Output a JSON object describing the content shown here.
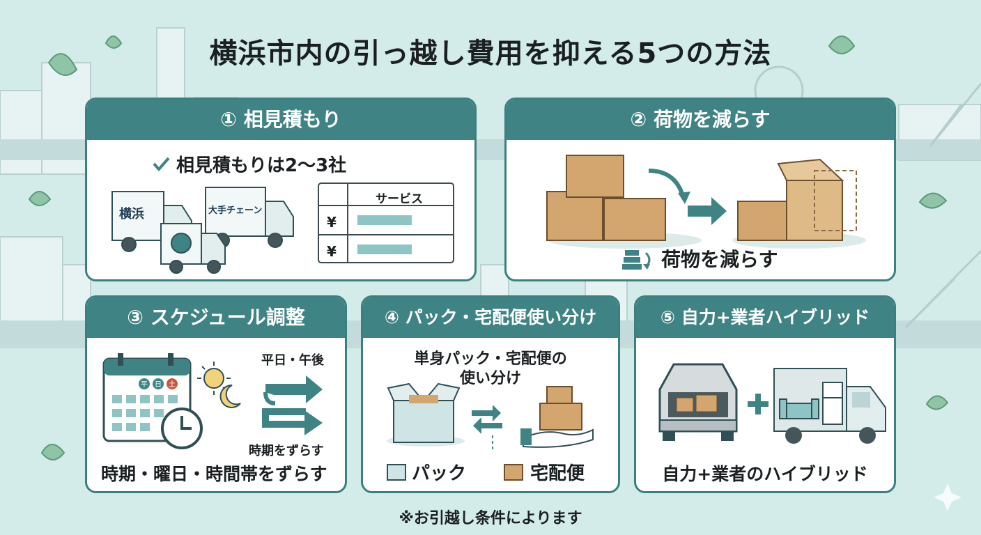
{
  "title": "横浜市内の引っ越し費用を抑える5つの方法",
  "colors": {
    "teal": "#3f8384",
    "background": "#d3ecea",
    "box": "#d2a66e"
  },
  "cards": [
    {
      "heading": "① 相見積もり",
      "check_text": "相見積もりは2〜3社",
      "truck_labels": [
        "横浜",
        "大手チェーン"
      ],
      "table_header": "サービス",
      "table_symbols": [
        "¥",
        "¥"
      ]
    },
    {
      "heading": "② 荷物を減らす",
      "caption": "荷物を減らす"
    },
    {
      "heading": "③ スケジュール調整",
      "day_chips": [
        "平",
        "日",
        "土"
      ],
      "arrow_top": "平日・午後",
      "arrow_bottom": "時期をずらす",
      "caption": "時期・曜日・時間帯をずらす"
    },
    {
      "heading": "④ パック・宅配便使い分け",
      "subtitle_line1": "単身パック・宅配便の",
      "subtitle_line2": "使い分け",
      "legend_pack": "パック",
      "legend_delivery": "宅配便"
    },
    {
      "heading": "⑤ 自力+業者ハイブリッド",
      "caption": "自力+業者のハイブリッド"
    }
  ],
  "footnote": "※お引越し条件によります",
  "icons": [
    "check-icon",
    "truck-icon",
    "box-icon",
    "arrow-icon",
    "calendar-icon",
    "clock-icon",
    "sun-icon",
    "moon-icon",
    "exchange-icon",
    "hand-icon",
    "car-icon",
    "plus-icon",
    "sofa-icon",
    "fridge-icon",
    "leaf-icon",
    "sparkle-icon"
  ]
}
